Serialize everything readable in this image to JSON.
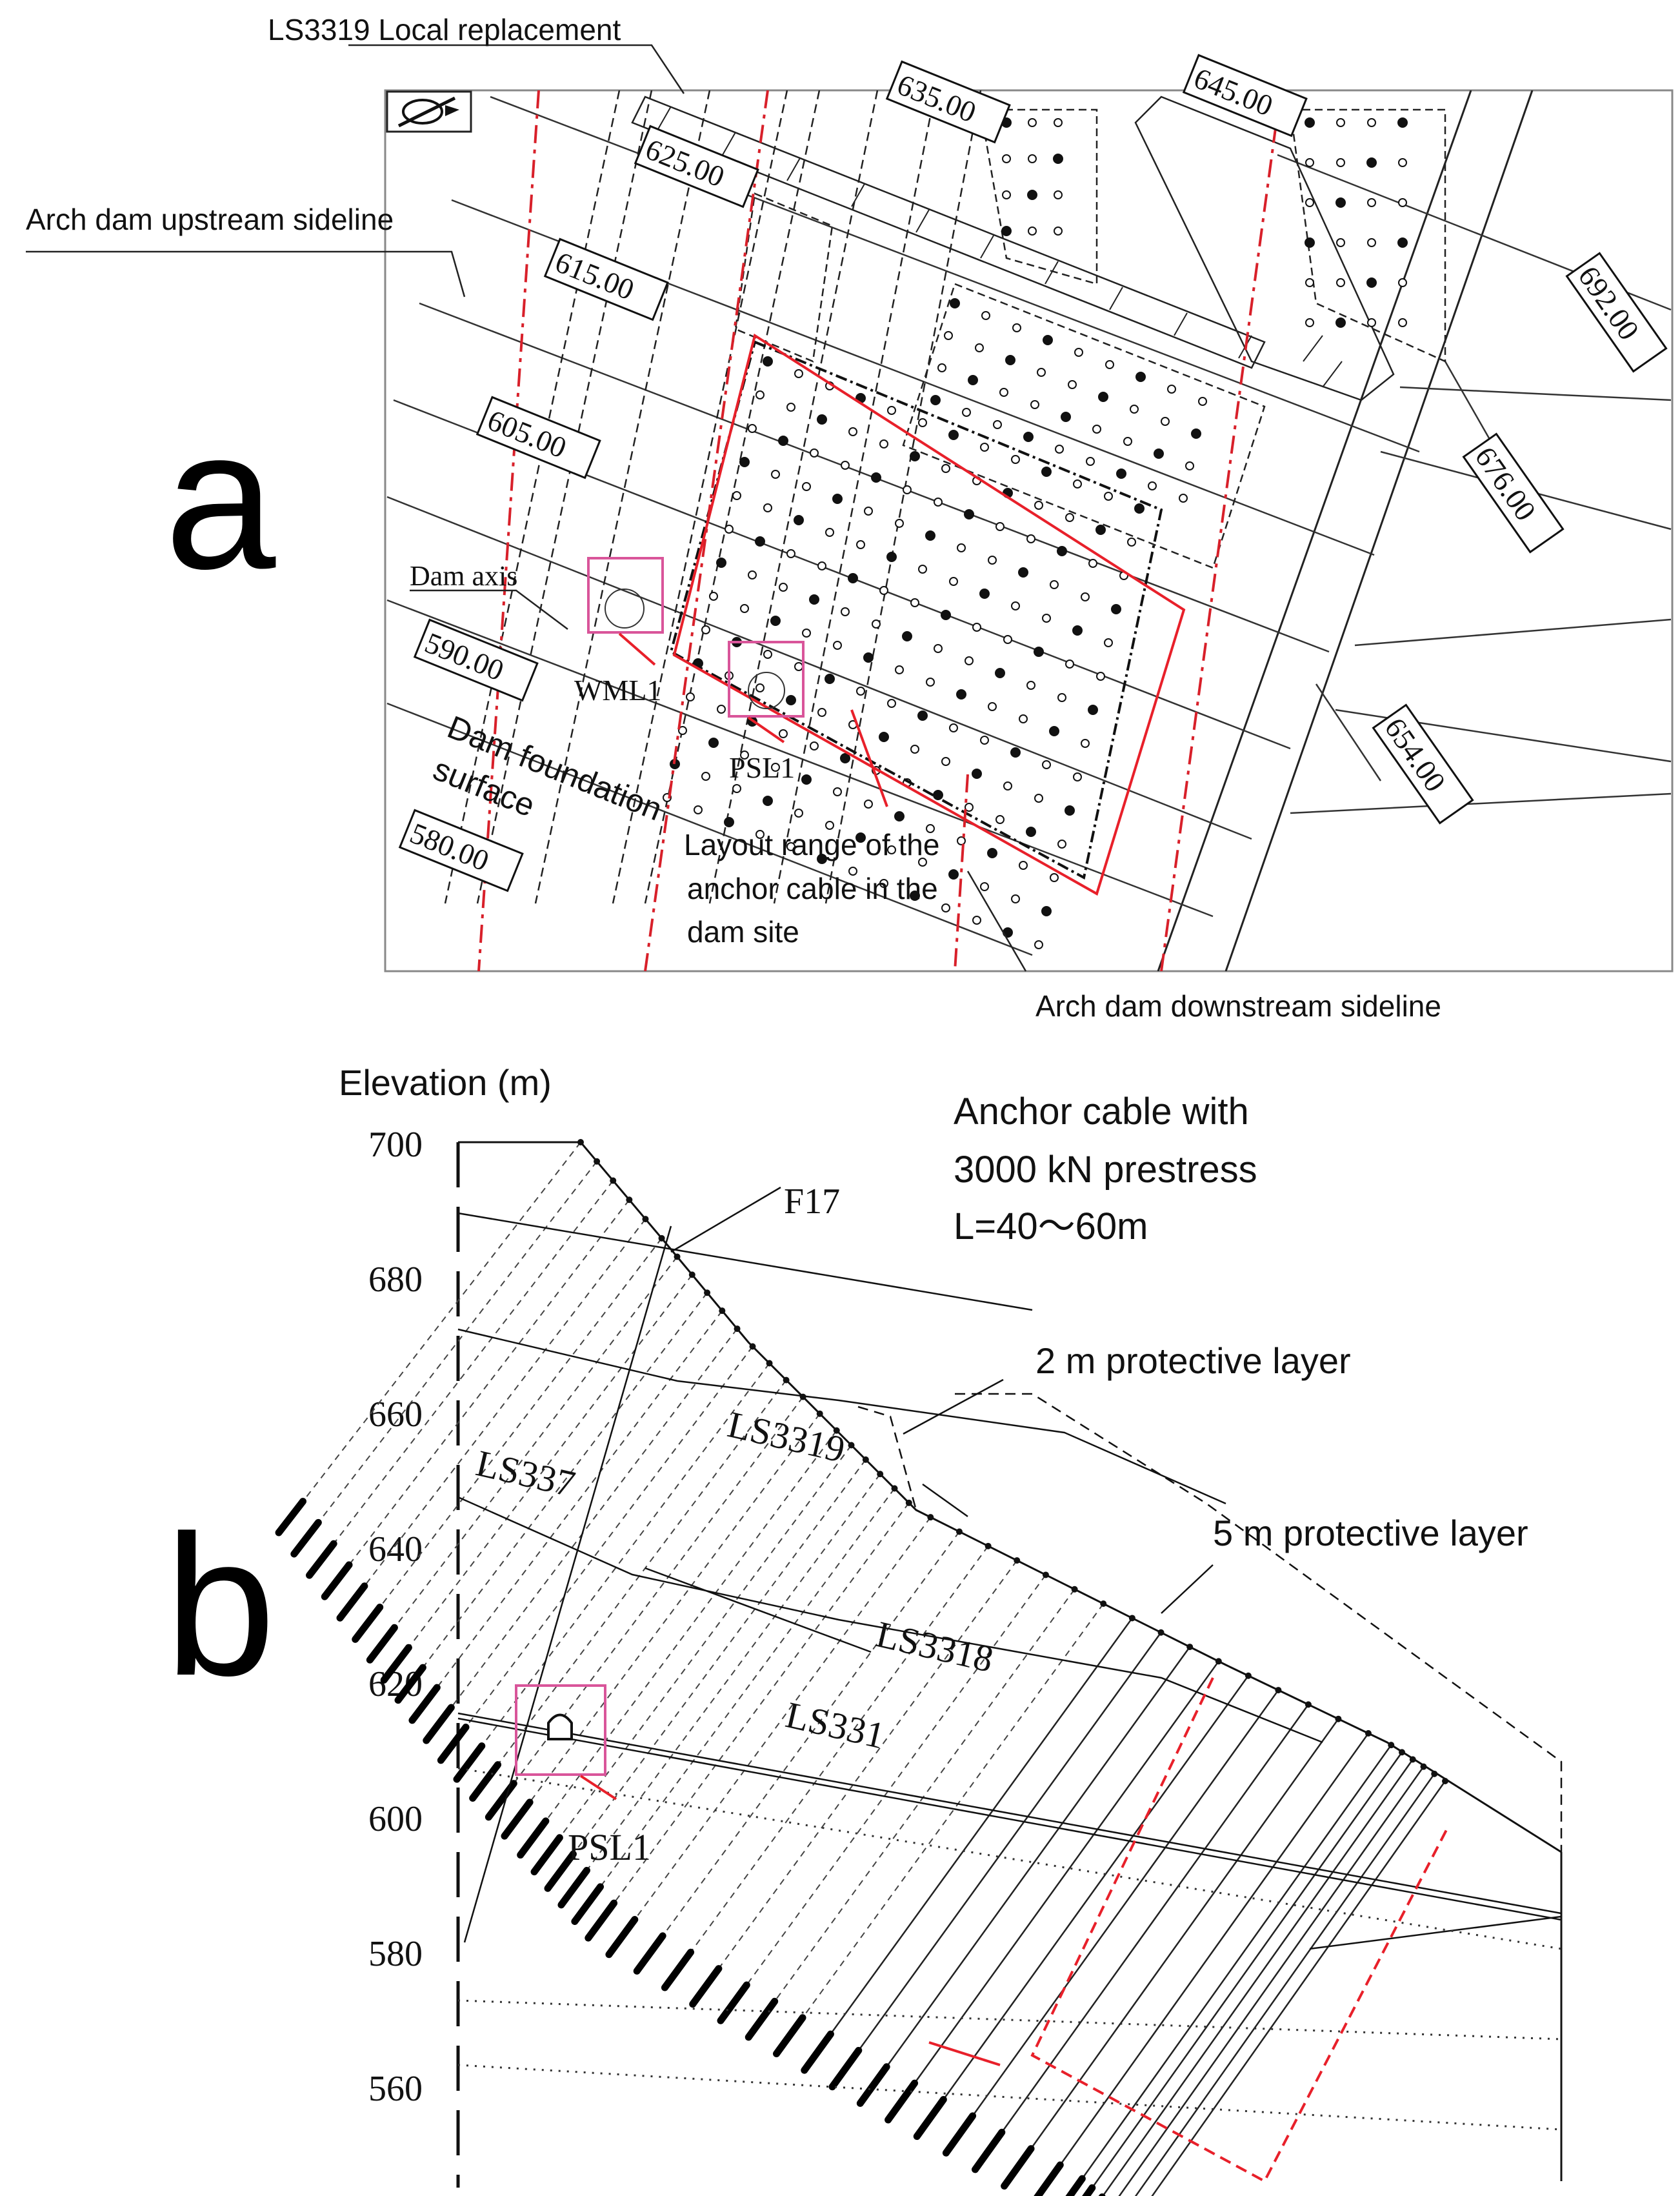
{
  "panel_a": {
    "letter": "a",
    "labels": {
      "local_replacement": "LS3319 Local replacement",
      "upstream_sideline": "Arch dam upstream sideline",
      "dam_axis": "Dam axis",
      "foundation_line1": "Dam foundation",
      "foundation_line2": "surface",
      "wml1": "WML1",
      "psl1": "PSL1",
      "layout_range_1": "Layout range of the",
      "layout_range_2": "anchor cable in the",
      "layout_range_3": "dam site",
      "downstream_sideline": "Arch dam downstream sideline"
    },
    "contours": [
      "625.00",
      "635.00",
      "645.00",
      "615.00",
      "605.00",
      "590.00",
      "580.00",
      "692.00",
      "676.00",
      "654.00"
    ],
    "colors": {
      "range": "#e8202a",
      "box": "#d9559a",
      "ink": "#111111"
    }
  },
  "panel_b": {
    "letter": "b",
    "axis_title": "Elevation (m)",
    "elevation_ticks": [
      "700",
      "680",
      "660",
      "640",
      "620",
      "600",
      "580",
      "560"
    ],
    "legend_lines": [
      "Anchor cable with",
      "3000 kN prestress",
      "L=40～60m"
    ],
    "fault": "F17",
    "layer_2m": "2 m protective layer",
    "layer_5m": "5 m protective layer",
    "joints": [
      "LS3319",
      "LS337",
      "LS3318",
      "LS331"
    ],
    "psl1": "PSL1"
  }
}
